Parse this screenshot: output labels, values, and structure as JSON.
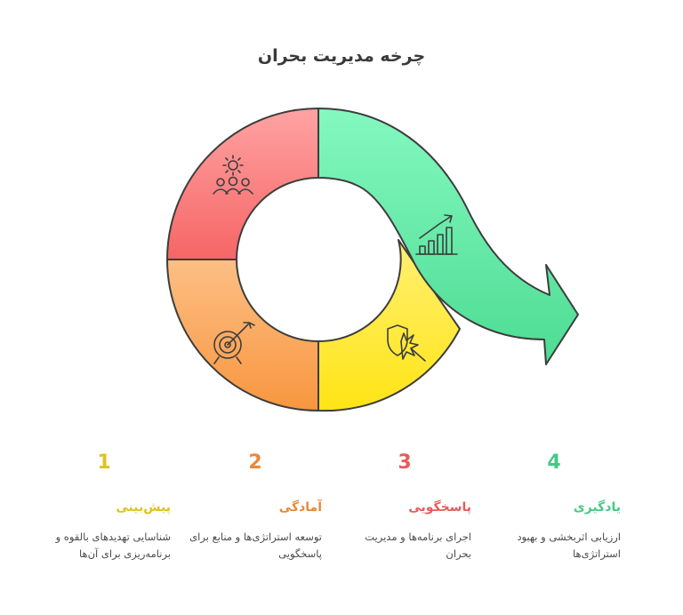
{
  "title": "چرخه مدیریت بحران",
  "colors": {
    "red": "#f66e6e",
    "orange": "#f89a4e",
    "yellow": "#ffe42c",
    "green": "#55e29b",
    "stroke": "#3d3d3d",
    "text": "#4a4a4a"
  },
  "stages": [
    {
      "number": "1",
      "heading": "پیش‌بینی",
      "description": "شناسایی تهدیدهای بالقوه و برنامه‌ریزی برای آن‌ها",
      "color": "#e0c21c",
      "icon": "team-gear-icon"
    },
    {
      "number": "2",
      "heading": "آمادگی",
      "description": "توسعه استراتژی‌ها و منابع برای پاسخگویی",
      "color": "#e9883a",
      "icon": "target-icon"
    },
    {
      "number": "3",
      "heading": "پاسخگویی",
      "description": "اجرای برنامه‌ها و مدیریت بحران",
      "color": "#e85b5b",
      "icon": "shield-burst-icon"
    },
    {
      "number": "4",
      "heading": "یادگیری",
      "description": "ارزیابی اثربخشی و بهبود استراتژی‌ها",
      "color": "#45c985",
      "icon": "growth-chart-icon"
    }
  ]
}
